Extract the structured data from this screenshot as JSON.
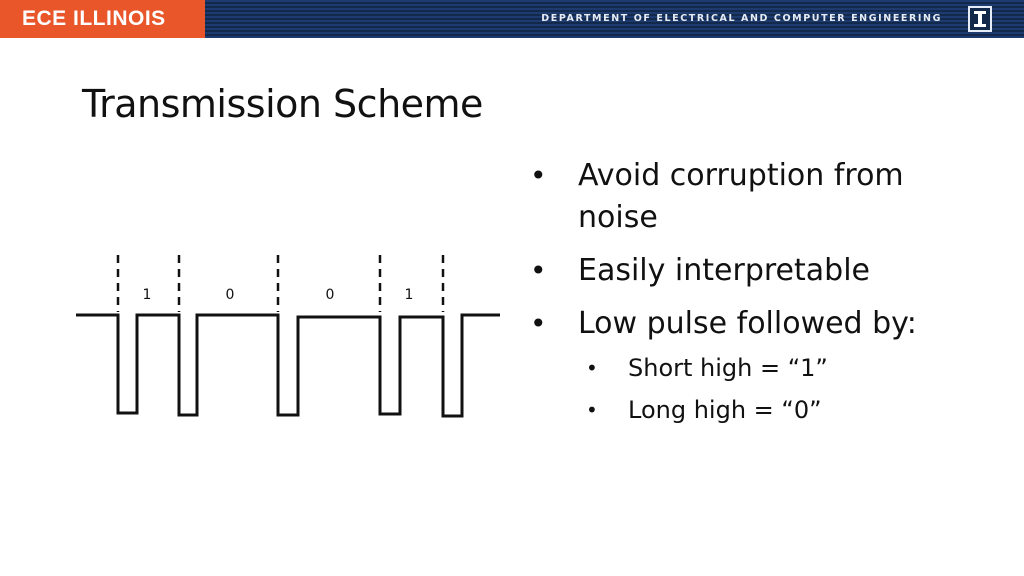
{
  "header": {
    "brand": "ECE ILLINOIS",
    "department": "DEPARTMENT OF ELECTRICAL AND COMPUTER ENGINEERING",
    "logo_icon": "block-i-logo",
    "colors": {
      "brand_orange": "#E8562A",
      "navy": "#13294B"
    }
  },
  "slide": {
    "title": "Transmission Scheme",
    "diagram": {
      "bit_labels": [
        "1",
        "0",
        "0",
        "1"
      ]
    },
    "bullets": [
      {
        "text": "Avoid corruption from noise"
      },
      {
        "text": "Easily interpretable"
      },
      {
        "text": "Low pulse followed by:"
      }
    ],
    "sub_bullets": [
      {
        "text": "Short high = “1”"
      },
      {
        "text": "Long high = “0”"
      }
    ]
  }
}
